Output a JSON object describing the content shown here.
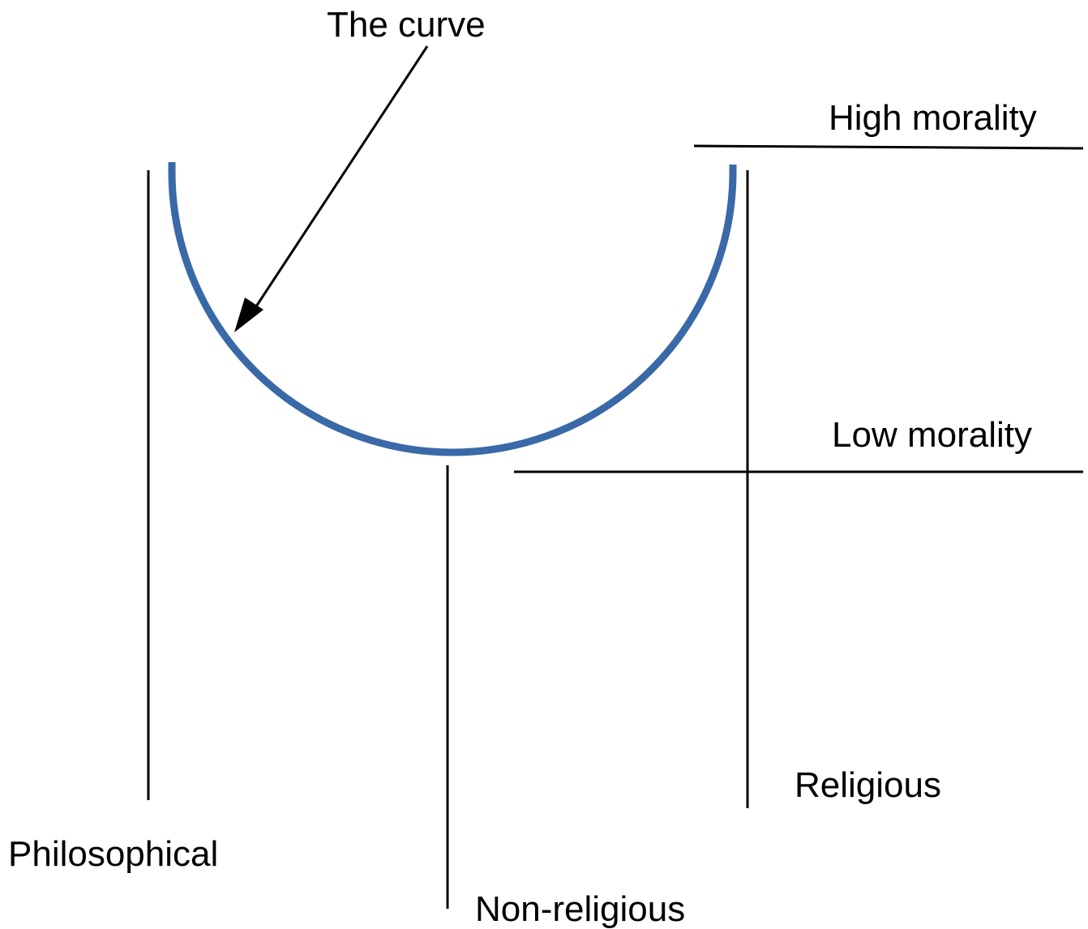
{
  "labels": {
    "curve": "The curve",
    "high_morality": "High morality",
    "low_morality": "Low morality",
    "philosophical": "Philosophical",
    "non_religious": "Non-religious",
    "religious": "Religious"
  },
  "colors": {
    "curve": "#3a69a8",
    "lines": "#000000",
    "text": "#000000",
    "background": "#ffffff"
  }
}
